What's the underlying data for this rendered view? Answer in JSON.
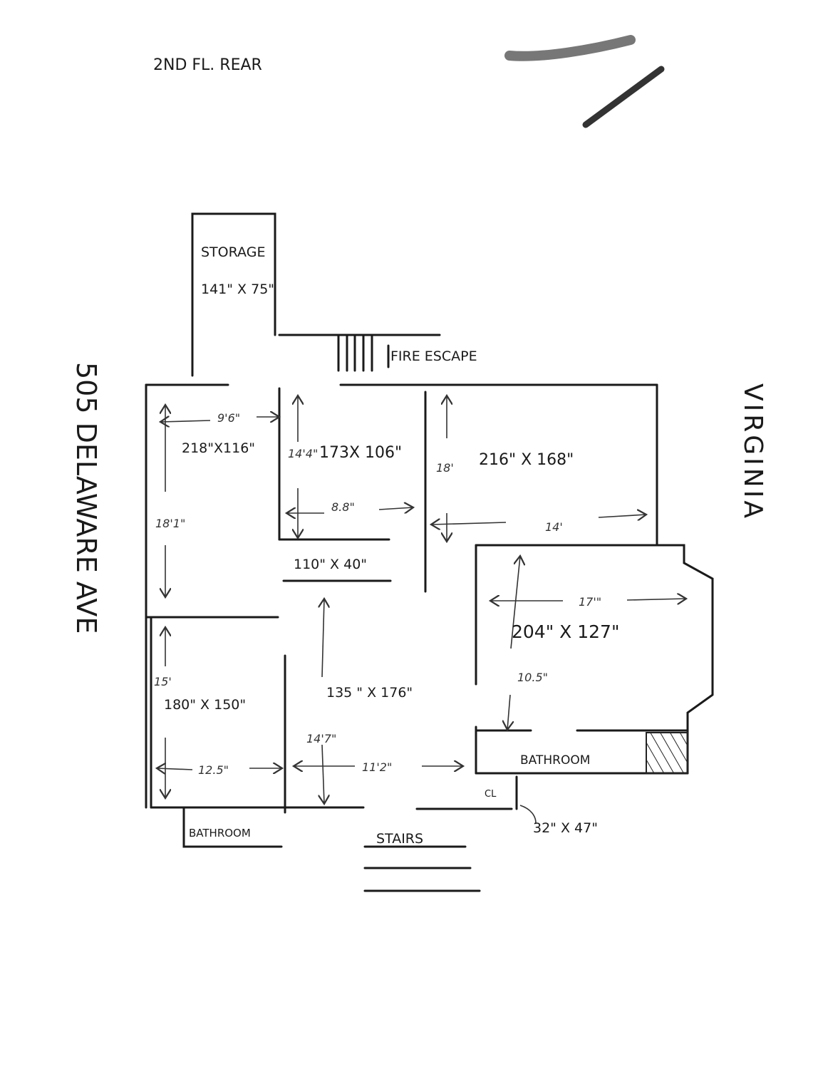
{
  "title": "2ND FL. REAR",
  "street_left": "505 DELAWARE AVE",
  "street_right": "VIRGINIA",
  "storage": {
    "label": "STORAGE",
    "size": "141\" X 75\""
  },
  "fire_escape": "FIRE ESCAPE",
  "rooms": {
    "front_left": {
      "size": "218\"X116\"",
      "width": "9'6\"",
      "length": "18'1\""
    },
    "middle": {
      "size": "173X 106\"",
      "length": "14'4\"",
      "width": "8.8\""
    },
    "hall_closet": {
      "size": "110\" X 40\""
    },
    "right_top": {
      "size": "216\" X 168\"",
      "length": "18'",
      "width": "14'"
    },
    "right_bay": {
      "size": "204\" X 127\"",
      "width": "17'\"",
      "depth": "10.5\""
    },
    "rear_left": {
      "size": "180\" X 150\"",
      "length": "15'",
      "width": "12.5\""
    },
    "center_hall": {
      "size": "135 \" X 176\"",
      "length": "14'7\"",
      "width": "11'2\""
    },
    "bathroom_right": "BATHROOM",
    "bathroom_left": "BATHROOM",
    "closet": {
      "label": "CL",
      "size": "32\" X 47\""
    },
    "stairs": "STAIRS"
  }
}
